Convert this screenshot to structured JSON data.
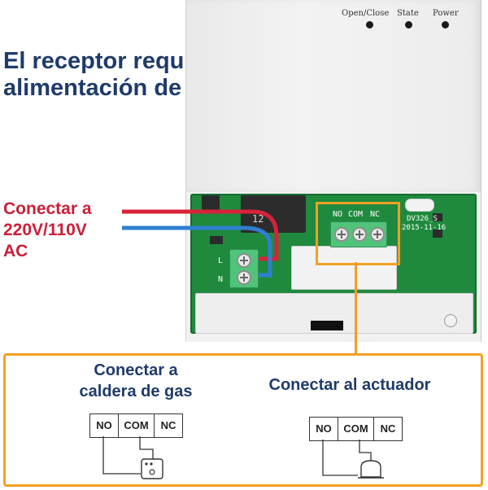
{
  "title": {
    "line1": "El receptor requiere",
    "line2": "alimentación de CA"
  },
  "device": {
    "indicators": [
      {
        "label": "Open/Close"
      },
      {
        "label": "State"
      },
      {
        "label": "Power"
      }
    ],
    "pcb_terminals": [
      "NO",
      "COM",
      "NC"
    ],
    "pcb_model": "DV326_S",
    "pcb_date": "2015-11-16",
    "power_terminal_labels": [
      "L",
      "N"
    ],
    "relay_number": "12"
  },
  "power_label": {
    "line1": "Conectar a",
    "line2": "220V/110V",
    "line3": "AC"
  },
  "boiler_section": {
    "heading_line1": "Conectar a",
    "heading_line2": "caldera de gas",
    "terminals": [
      "NO",
      "COM",
      "NC"
    ]
  },
  "actuator_section": {
    "heading": "Conectar al actuador",
    "terminals": [
      "NO",
      "COM",
      "NC"
    ]
  },
  "colors": {
    "title": "#1f3b6a",
    "power_label": "#c91f37",
    "highlight": "#f2a024",
    "pcb": "#1f8a3e",
    "wire_live": "#d9223a",
    "wire_neutral": "#2f7fd0"
  }
}
